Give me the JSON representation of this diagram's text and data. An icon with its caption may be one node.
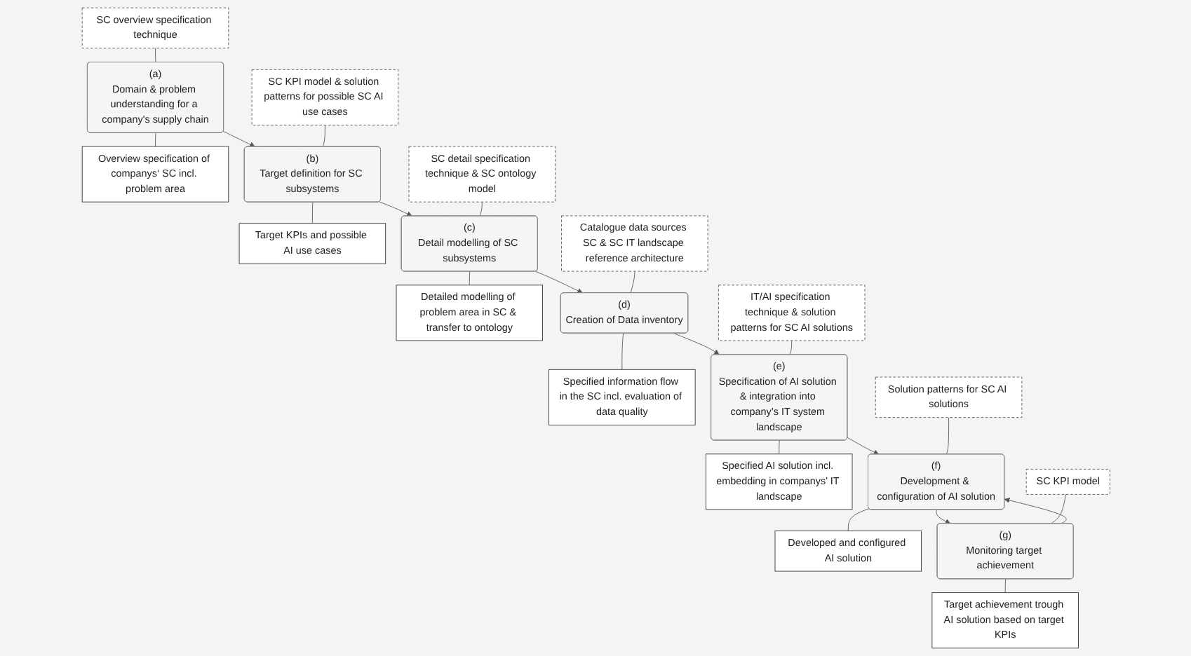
{
  "diagram": {
    "nodes": [
      {
        "text": [
          "SC overview specification technique"
        ]
      },
      {
        "text": [
          "(a)",
          "Domain & problem understanding for a company's supply chain"
        ]
      },
      {
        "text": [
          "Overview specification of companys‘ SC incl. problem area"
        ]
      },
      {
        "text": [
          "SC KPI model & solution patterns for possible SC AI use cases"
        ]
      },
      {
        "text": [
          "(b)",
          "Target definition for SC subsystems"
        ]
      },
      {
        "text": [
          "Target KPIs and possible AI use cases"
        ]
      },
      {
        "text": [
          "SC detail specification technique & SC ontology model"
        ]
      },
      {
        "text": [
          "(c)",
          "Detail modelling of SC subsystems"
        ]
      },
      {
        "text": [
          "Detailed modelling of problem area in SC & transfer to ontology"
        ]
      },
      {
        "text": [
          "Catalogue data sources SC & SC IT landscape reference architecture"
        ]
      },
      {
        "text": [
          "(d)",
          "Creation of Data inventory"
        ]
      },
      {
        "text": [
          "Specified information flow in the SC incl. evaluation of data quality"
        ]
      },
      {
        "text": [
          "IT/AI specification technique & solution patterns for SC AI solutions"
        ]
      },
      {
        "text": [
          "(e)",
          "Specification of AI solution & integration into company’s IT system landscape"
        ]
      },
      {
        "text": [
          "Specified AI solution incl. embedding in companys’ IT landscape"
        ]
      },
      {
        "text": [
          "Solution patterns for SC AI solutions"
        ]
      },
      {
        "text": [
          "(f)",
          "Development & configuration of AI solution"
        ]
      },
      {
        "text": [
          "Developed and configured AI solution"
        ]
      },
      {
        "text": [
          "SC KPI model"
        ]
      },
      {
        "text": [
          "(g)",
          "Monitoring target achievement"
        ]
      },
      {
        "text": [
          "Target achievement trough AI solution based on target KPIs"
        ]
      }
    ],
    "edges": [
      {
        "from": 0,
        "to": 1,
        "arrow": "none"
      },
      {
        "from": 1,
        "to": 4,
        "arrow": "to"
      },
      {
        "from": 1,
        "to": 2,
        "arrow": "none"
      },
      {
        "from": 3,
        "to": 4,
        "arrow": "none"
      },
      {
        "from": 4,
        "to": 7,
        "arrow": "to"
      },
      {
        "from": 4,
        "to": 5,
        "arrow": "none"
      },
      {
        "from": 6,
        "to": 7,
        "arrow": "none"
      },
      {
        "from": 7,
        "to": 10,
        "arrow": "to"
      },
      {
        "from": 7,
        "to": 8,
        "arrow": "none"
      },
      {
        "from": 9,
        "to": 10,
        "arrow": "none"
      },
      {
        "from": 10,
        "to": 13,
        "arrow": "to"
      },
      {
        "from": 10,
        "to": 11,
        "arrow": "none"
      },
      {
        "from": 12,
        "to": 13,
        "arrow": "none"
      },
      {
        "from": 13,
        "to": 16,
        "arrow": "to"
      },
      {
        "from": 13,
        "to": 14,
        "arrow": "none"
      },
      {
        "from": 15,
        "to": 16,
        "arrow": "none"
      },
      {
        "from": 16,
        "to": 19,
        "arrow": "to"
      },
      {
        "from": 16,
        "to": 17,
        "arrow": "none"
      },
      {
        "from": 18,
        "to": 19,
        "arrow": "none"
      },
      {
        "from": 19,
        "to": 16,
        "arrow": "to"
      },
      {
        "from": 19,
        "to": 20,
        "arrow": "none"
      }
    ]
  }
}
